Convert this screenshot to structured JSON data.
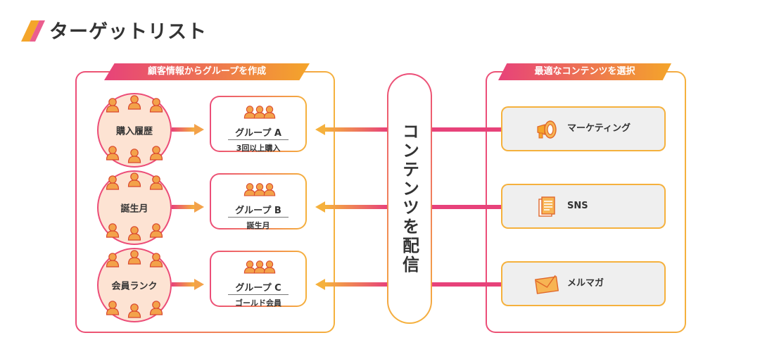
{
  "header": {
    "title": "ターゲットリスト"
  },
  "left_panel": {
    "banner": "顧客情報からグループを作成",
    "rows": [
      {
        "criterion": "購入履歴",
        "group": "グループ A",
        "detail": "3回以上購入"
      },
      {
        "criterion": "誕生月",
        "group": "グループ B",
        "detail": "誕生月"
      },
      {
        "criterion": "会員ランク",
        "group": "グループ C",
        "detail": "ゴールド会員"
      }
    ]
  },
  "center": {
    "label": "コンテンツを配信"
  },
  "right_panel": {
    "banner": "最適なコンテンツを選択",
    "channels": [
      {
        "label": "マーケティング",
        "icon": "megaphone-icon"
      },
      {
        "label": "SNS",
        "icon": "document-icon"
      },
      {
        "label": "メルマガ",
        "icon": "envelope-icon"
      }
    ]
  },
  "colors": {
    "pink": "#ec4d78",
    "orange": "#f5a52a",
    "peach": "#fde3d3",
    "gray_box": "#efefef"
  }
}
